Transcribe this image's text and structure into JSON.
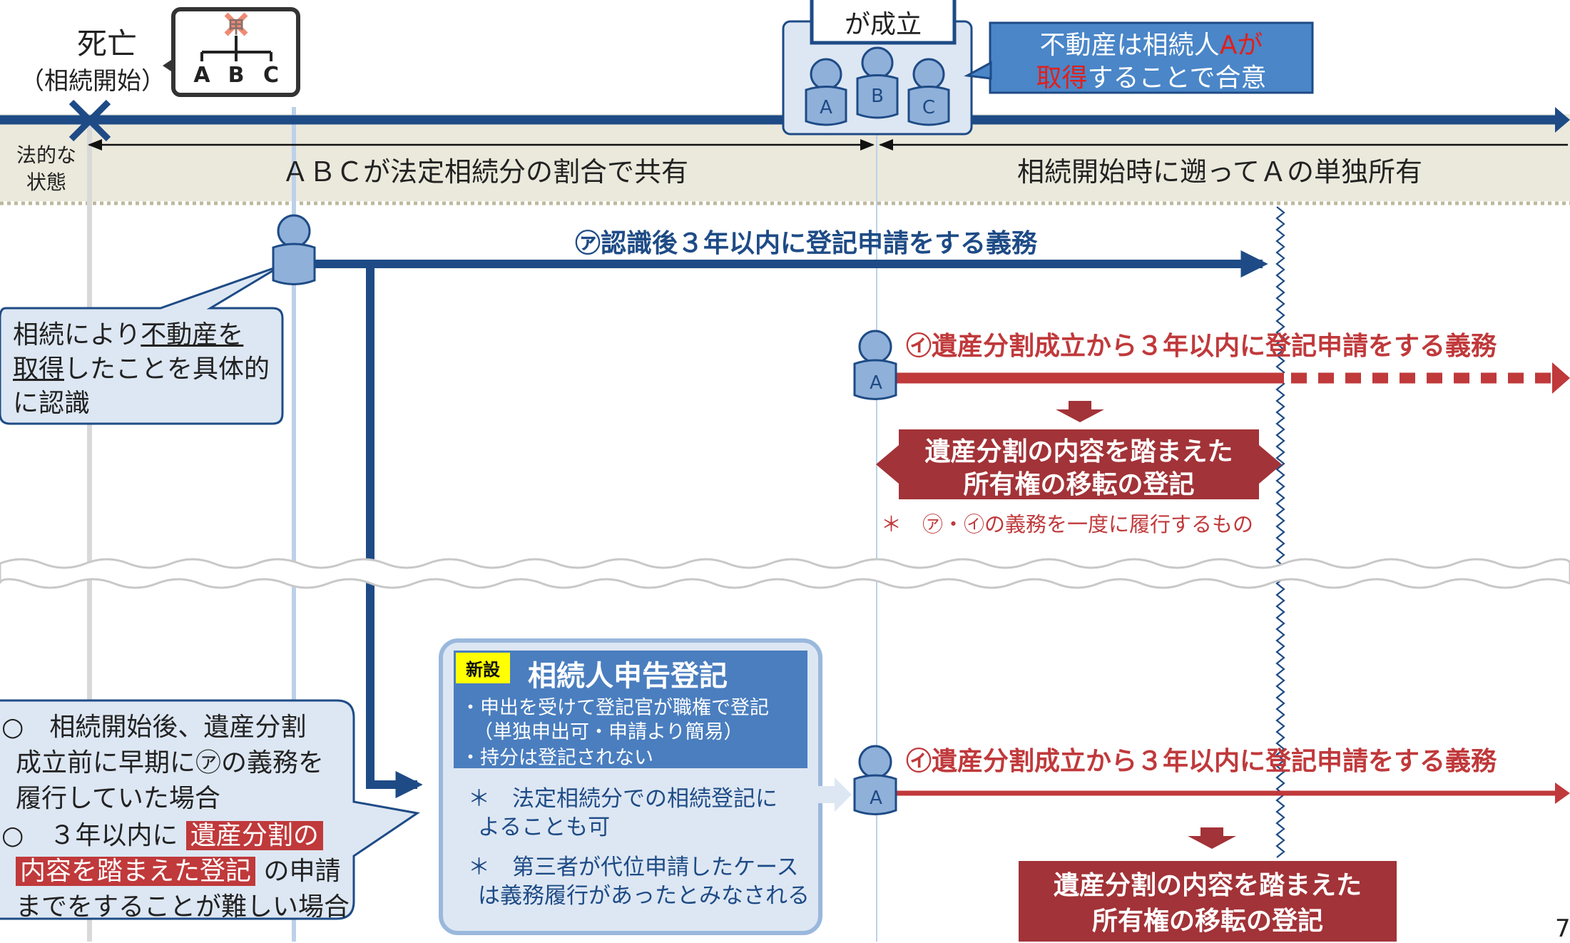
{
  "death": {
    "line1": "死亡",
    "line2": "（相続開始）"
  },
  "family_tree": {
    "top": "甲",
    "a": "A",
    "b": "B",
    "c": "C"
  },
  "agreement": {
    "caption": "が成立",
    "person_a": "A",
    "person_b": "B",
    "person_c": "C"
  },
  "agreement_callout": {
    "part1": "不動産は相続人",
    "red1": "Aが",
    "red2": "取得",
    "part2": "することで合意"
  },
  "legal_state": {
    "row_label_1": "法的な",
    "row_label_2": "状態",
    "before": "ＡＢＣが法定相続分の割合で共有",
    "after": "相続開始時に遡ってＡの単独所有"
  },
  "recognition_callout": {
    "l1_a": "相続により",
    "l1_u": "不動産を",
    "l2_u": "取得",
    "l2_b": "したことを具体的",
    "l3": "に認識"
  },
  "duty_a": {
    "label": "㋐認識後３年以内に登記申請をする義務"
  },
  "duty_i_top": {
    "label": "㋑遺産分割成立から３年以内に登記申請をする義務",
    "person": "A"
  },
  "transfer_top": {
    "line1": "遺産分割の内容を踏まえた",
    "line2": "所有権の移転の登記"
  },
  "footnote_top": {
    "text": "＊　㋐・㋑の義務を一度に履行するもの"
  },
  "declaration_box": {
    "badge": "新設",
    "title": "相続人申告登記",
    "b1": "・申出を受けて登記官が職権で登記",
    "b2": "（単独申出可・申請より簡易）",
    "b3": "・持分は登記されない",
    "n1a": "＊　法定相続分での相続登記に",
    "n1b": "よることも可",
    "n2a": "＊　第三者が代位申請したケース",
    "n2b": "は義務履行があったとみなされる"
  },
  "cases_callout": {
    "l1": "○　相続開始後、遺産分割",
    "l2": "成立前に早期に㋐の義務を",
    "l3": "履行していた場合",
    "l4_a": "○　３年以内に",
    "l4_hl": "遺産分割の",
    "l5_hl": "内容を踏まえた登記",
    "l5_b": "の申請",
    "l6": "までをすることが難しい場合"
  },
  "duty_i_bottom": {
    "label": "㋑遺産分割成立から３年以内に登記申請をする義務",
    "person": "A"
  },
  "transfer_bottom": {
    "line1": "遺産分割の内容を踏まえた",
    "line2": "所有権の移転の登記"
  },
  "page_number": "7",
  "colors": {
    "navy": "#1e4b86",
    "red": "#c0393b",
    "dark_red": "#a23338",
    "band": "#ebe9dc",
    "light_blue": "#a9c4e0",
    "person": "#8fb0d9"
  }
}
